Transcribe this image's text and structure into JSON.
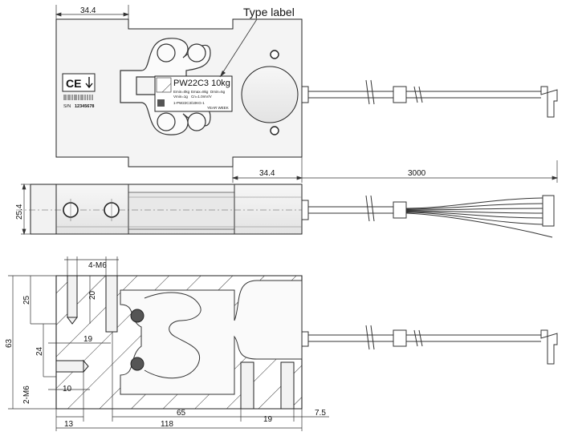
{
  "callout": "Type label",
  "label": {
    "model": "PW22C3 10kg",
    "line1a": "Emin=0kg",
    "line1b": "Emax=8kg",
    "line1c": "Dmin=5g",
    "line2a": "Vmin=1g",
    "line2b": "Cn=1.0mV/V",
    "code": "1-PW22C3/10KG-1",
    "footer": "YEAR WEEK"
  },
  "ce_mark": "CE",
  "serial": {
    "prefix": "S/N",
    "value": "12345678"
  },
  "dims": {
    "top_left_width": "34.4",
    "top_right_width": "34.4",
    "cable_length": "3000",
    "height_side": "25.4",
    "thread_top": "4-M6",
    "v25": "25",
    "v20": "20",
    "v24": "24",
    "v63": "63",
    "thread_side": "2-M6",
    "h19_left": "19",
    "h10": "10",
    "h13": "13",
    "h118": "118",
    "h65": "65",
    "h19_right": "19",
    "h7_5": "7.5"
  }
}
